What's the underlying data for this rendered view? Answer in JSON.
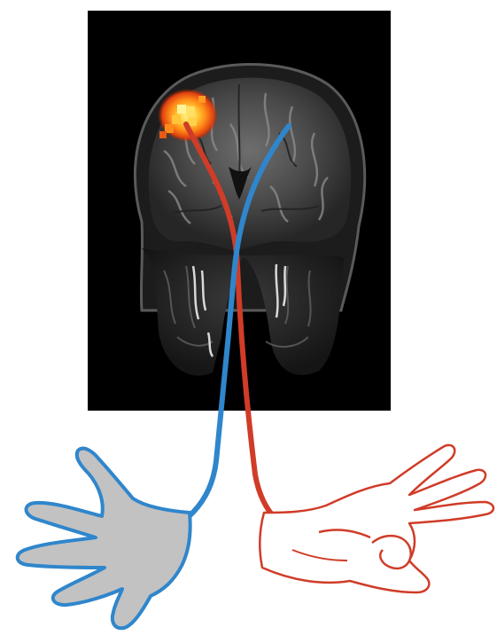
{
  "figure": {
    "scan_description_icon": "brain-mri-coronal-icon",
    "activation": {
      "side": "left-hemisphere",
      "colors": [
        "#ffee66",
        "#ffb020",
        "#ff6a10",
        "#d83010"
      ]
    },
    "pathways": [
      {
        "name": "left-hemisphere-to-right-hand",
        "color": "#d03c28"
      },
      {
        "name": "right-hemisphere-to-left-hand",
        "color": "#2f86cc"
      }
    ],
    "hands": [
      {
        "name": "open-hand",
        "style": "filled",
        "fill": "#c2c2c2",
        "outline": "#2f86cc"
      },
      {
        "name": "pinch-grip-hand",
        "style": "outline",
        "fill": "#ffffff",
        "outline": "#d03c28"
      }
    ]
  }
}
